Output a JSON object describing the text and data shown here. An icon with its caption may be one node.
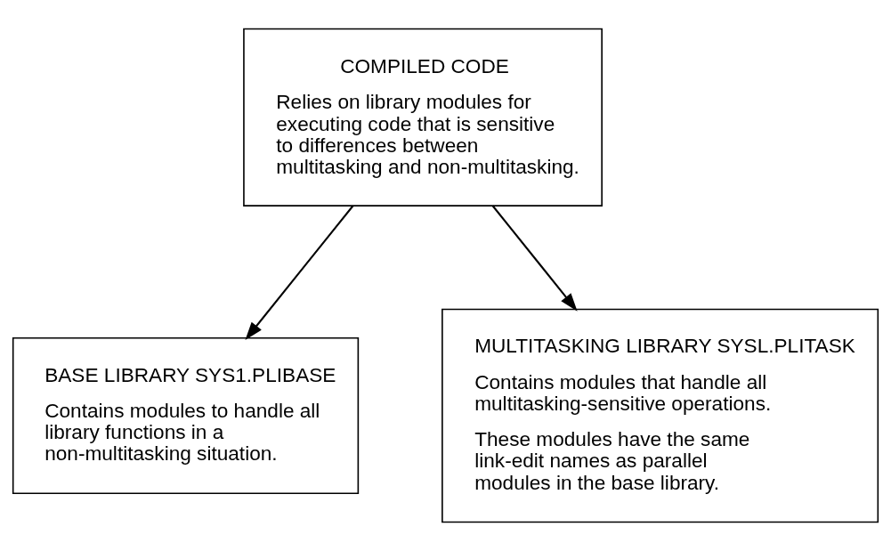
{
  "diagram": {
    "nodes": [
      {
        "text": [
          "COMPILED CODE",
          "Relies on library modules for executing code that is sensitive to differences between multitasking and non-multitasking."
        ]
      },
      {
        "text": [
          "BASE LIBRARY SYS1.PLIBASE",
          "Contains modules to handle all library functions in a non-multitasking situation."
        ]
      },
      {
        "text": [
          "MULTITASKING LIBRARY SYSL.PLITASK",
          "Contains modules that handle all multitasking-sensitive operations.",
          "These modules have the same link-edit names as parallel modules in the base library."
        ]
      }
    ],
    "edges": [
      {
        "from": 0,
        "to": 1,
        "arrow": "to"
      },
      {
        "from": 0,
        "to": 2,
        "arrow": "to"
      }
    ]
  }
}
